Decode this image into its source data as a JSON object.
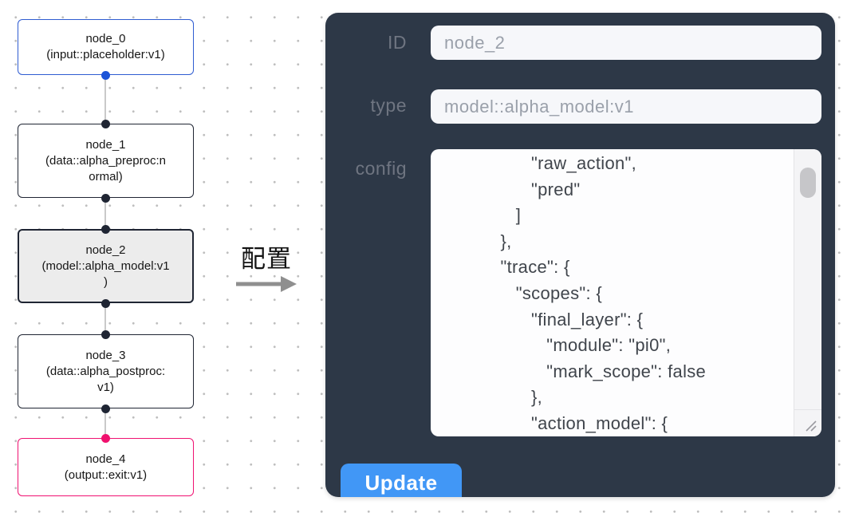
{
  "graph": {
    "nodes": [
      {
        "label": "node_0",
        "sublabel": "(input::placeholder:v1)",
        "variant": "input"
      },
      {
        "label": "node_1",
        "sublabel": "(data::alpha_preproc:n\normal)",
        "variant": "default"
      },
      {
        "label": "node_2",
        "sublabel": "(model::alpha_model:v1\n)",
        "variant": "selected"
      },
      {
        "label": "node_3",
        "sublabel": "(data::alpha_postproc:\nv1)",
        "variant": "default"
      },
      {
        "label": "node_4",
        "sublabel": "(output::exit:v1)",
        "variant": "output"
      }
    ]
  },
  "transfer": {
    "label": "配置"
  },
  "panel": {
    "id_label": "ID",
    "id_value": "node_2",
    "type_label": "type",
    "type_value": "model::alpha_model:v1",
    "config_label": "config",
    "config_text": "                 \"raw_action\",\n                 \"pred\"\n              ]\n           },\n           \"trace\": {\n              \"scopes\": {\n                 \"final_layer\": {\n                    \"module\": \"pi0\",\n                    \"mark_scope\": false\n                 },\n                 \"action_model\": {",
    "update_label": "Update"
  },
  "colors": {
    "panel_bg": "#2d3847",
    "button_blue": "#4197f6",
    "input_node_blue": "#2f5cd1",
    "output_node_pink": "#f0116e",
    "default_node_dark": "#1f2533",
    "selected_node_bg": "#ececec",
    "edge_gray": "#c9c9c9"
  }
}
